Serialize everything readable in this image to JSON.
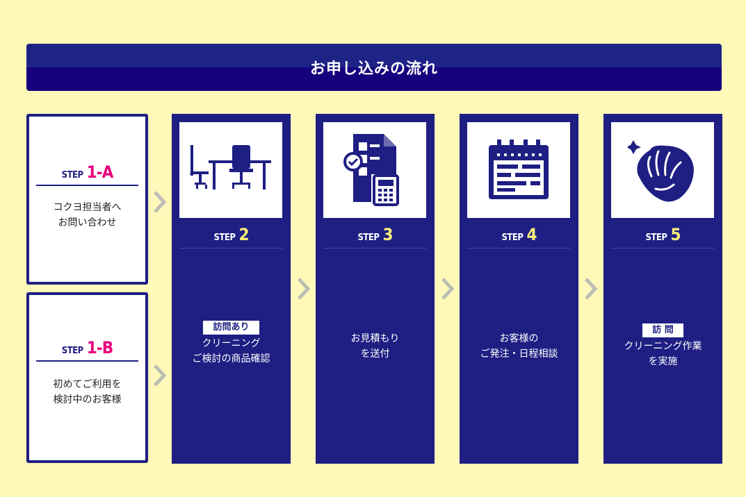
{
  "title": "お申し込みの流れ",
  "step_word": "STEP",
  "step1a": {
    "num": "1-A",
    "lines": [
      "コクヨ担当者へ",
      "お問い合わせ"
    ]
  },
  "step1b": {
    "num": "1-B",
    "lines": [
      "初めてご利用を",
      "検討中のお客様"
    ]
  },
  "steps": [
    {
      "num": "2",
      "badge": "訪問あり",
      "lines": [
        "クリーニング",
        "ご検討の商品確認"
      ],
      "icon": "office-desk-chair-icon"
    },
    {
      "num": "3",
      "badge": "",
      "lines": [
        "お見積もり",
        "を送付"
      ],
      "icon": "estimate-document-calculator-icon"
    },
    {
      "num": "4",
      "badge": "",
      "lines": [
        "お客様の",
        "ご発注・日程相談"
      ],
      "icon": "calendar-icon"
    },
    {
      "num": "5",
      "badge": "訪 問",
      "lines": [
        "クリーニング作業",
        "を実施"
      ],
      "icon": "cleaning-glove-icon"
    }
  ],
  "colors": {
    "navy": "#1E1E83",
    "pink": "#E8007D",
    "yellow": "#F5EE7A",
    "background": "#FFF9B9"
  }
}
